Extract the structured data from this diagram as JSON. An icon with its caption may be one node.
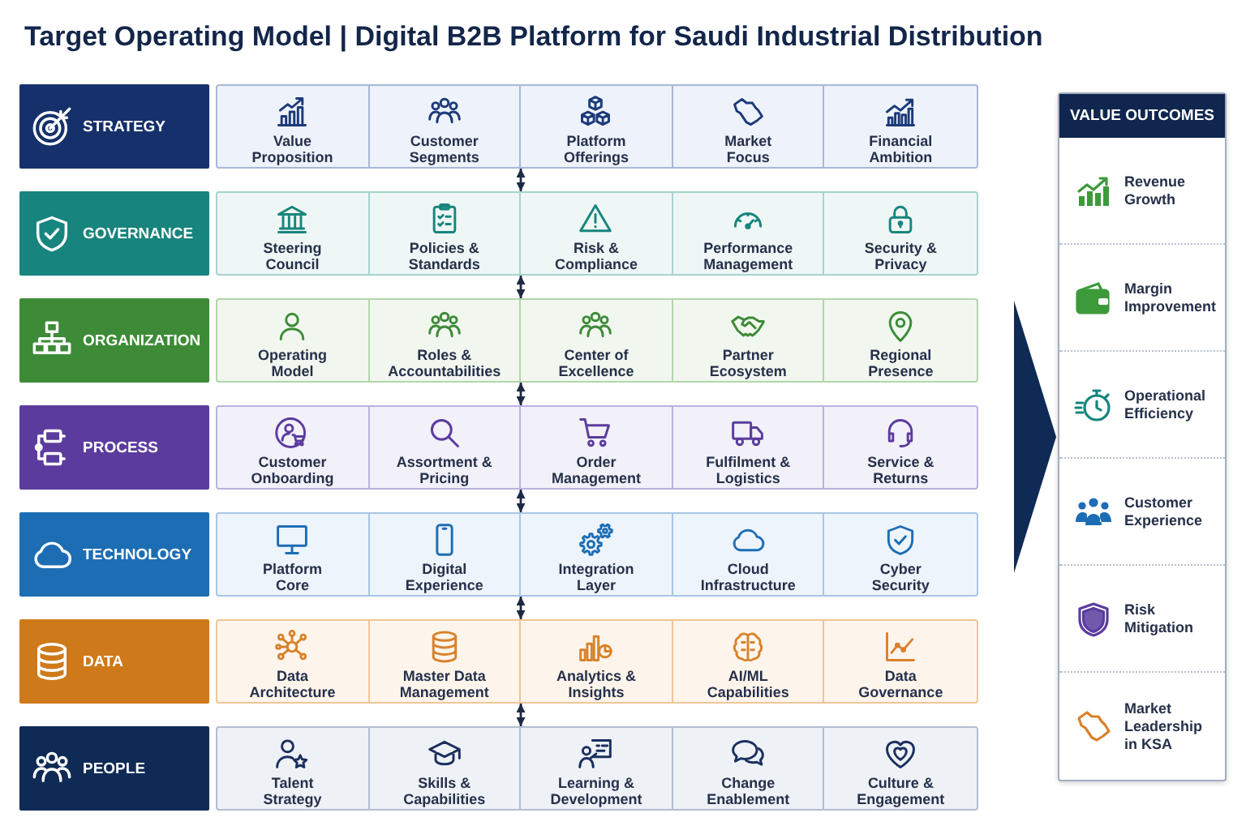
{
  "diagram": {
    "title": "Target Operating Model | Digital B2B Platform for Saudi Industrial Distribution",
    "nodes": [
      {
        "text": [
          "STRATEGY"
        ]
      },
      {
        "text": [],
        "shape": "box"
      },
      {
        "text": [
          "Value Proposition"
        ],
        "in": 1
      },
      {
        "text": [
          "Customer Segments"
        ],
        "in": 1
      },
      {
        "text": [
          "Platform Offerings"
        ],
        "in": 1
      },
      {
        "text": [
          "Market Focus"
        ],
        "in": 1
      },
      {
        "text": [
          "Financial Ambition"
        ],
        "in": 1
      },
      {
        "text": [
          "GOVERNANCE"
        ]
      },
      {
        "text": [],
        "shape": "box"
      },
      {
        "text": [
          "Steering Council"
        ],
        "in": 8
      },
      {
        "text": [
          "Policies & Standards"
        ],
        "in": 8
      },
      {
        "text": [
          "Risk & Compliance"
        ],
        "in": 8
      },
      {
        "text": [
          "Performance Management"
        ],
        "in": 8
      },
      {
        "text": [
          "Security & Privacy"
        ],
        "in": 8
      },
      {
        "text": [
          "ORGANIZATION"
        ]
      },
      {
        "text": [],
        "shape": "box"
      },
      {
        "text": [
          "Operating Model"
        ],
        "in": 15
      },
      {
        "text": [
          "Roles & Accountabilities"
        ],
        "in": 15
      },
      {
        "text": [
          "Center of Excellence"
        ],
        "in": 15
      },
      {
        "text": [
          "Partner Ecosystem"
        ],
        "in": 15
      },
      {
        "text": [
          "Regional Presence"
        ],
        "in": 15
      },
      {
        "text": [
          "PROCESS"
        ]
      },
      {
        "text": [],
        "shape": "box"
      },
      {
        "text": [
          "Customer Onboarding"
        ],
        "in": 22
      },
      {
        "text": [
          "Assortment & Pricing"
        ],
        "in": 22
      },
      {
        "text": [
          "Order Management"
        ],
        "in": 22
      },
      {
        "text": [
          "Fulfilment & Logistics"
        ],
        "in": 22
      },
      {
        "text": [
          "Service & Returns"
        ],
        "in": 22
      },
      {
        "text": [
          "TECHNOLOGY"
        ]
      },
      {
        "text": [],
        "shape": "box"
      },
      {
        "text": [
          "Platform Core"
        ],
        "in": 29
      },
      {
        "text": [
          "Digital Experience"
        ],
        "in": 29
      },
      {
        "text": [
          "Integration Layer"
        ],
        "in": 29
      },
      {
        "text": [
          "Cloud Infrastructure"
        ],
        "in": 29
      },
      {
        "text": [
          "Cyber Security"
        ],
        "in": 29
      },
      {
        "text": [
          "DATA"
        ]
      },
      {
        "text": [],
        "shape": "box"
      },
      {
        "text": [
          "Data Architecture"
        ],
        "in": 36
      },
      {
        "text": [
          "Master Data Management"
        ],
        "in": 36
      },
      {
        "text": [
          "Analytics & Insights"
        ],
        "in": 36
      },
      {
        "text": [
          "AI/ML Capabilities"
        ],
        "in": 36
      },
      {
        "text": [
          "Data Governance"
        ],
        "in": 36
      },
      {
        "text": [
          "PEOPLE"
        ]
      },
      {
        "text": [],
        "shape": "box"
      },
      {
        "text": [
          "Talent Strategy"
        ],
        "in": 43
      },
      {
        "text": [
          "Skills & Capabilities"
        ],
        "in": 43
      },
      {
        "text": [
          "Learning & Development"
        ],
        "in": 43
      },
      {
        "text": [
          "Change Enablement"
        ],
        "in": 43
      },
      {
        "text": [
          "Culture & Engagement"
        ],
        "in": 43
      },
      {
        "text": [
          "VALUE OUTCOMES"
        ]
      },
      {
        "text": [
          "Revenue Growth"
        ],
        "in": 49
      },
      {
        "text": [
          "Margin Improvement"
        ],
        "in": 49
      },
      {
        "text": [
          "Operational Efficiency"
        ],
        "in": 49
      },
      {
        "text": [
          "Customer Experience"
        ],
        "in": 49
      },
      {
        "text": [
          "Risk Mitigation"
        ],
        "in": 49
      },
      {
        "text": [
          "Market Leadership in KSA"
        ],
        "in": 49
      }
    ],
    "edges": [
      {
        "from": 1,
        "to": 8,
        "arrow": "both"
      },
      {
        "from": 8,
        "to": 15,
        "arrow": "both"
      },
      {
        "from": 15,
        "to": 22,
        "arrow": "both"
      },
      {
        "from": 22,
        "to": 29,
        "arrow": "both"
      },
      {
        "from": 29,
        "to": 36,
        "arrow": "both"
      },
      {
        "from": 36,
        "to": 43,
        "arrow": "both"
      },
      {
        "from": null,
        "to": 49,
        "arrow": "to"
      }
    ]
  }
}
